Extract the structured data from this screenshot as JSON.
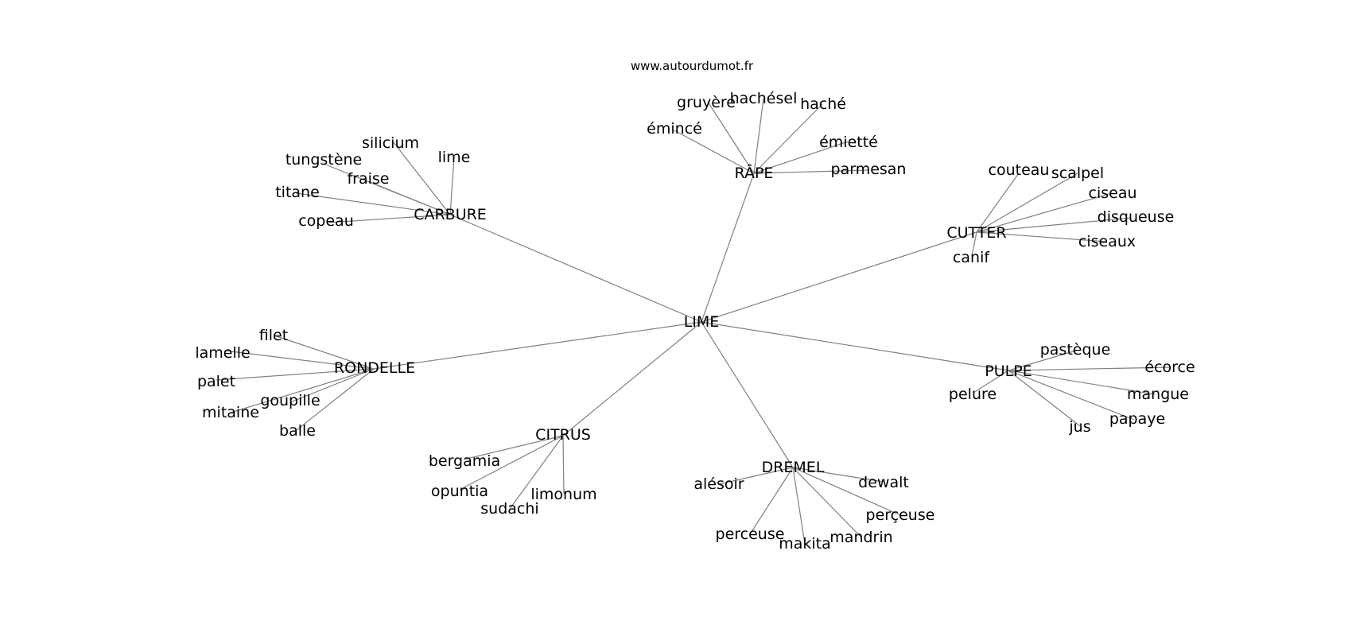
{
  "source": "www.autourdumot.fr",
  "center": "LIME",
  "groups": [
    {
      "hub": "CARBURE",
      "words": [
        "silicium",
        "lime",
        "tungstène",
        "fraise",
        "titane",
        "copeau"
      ]
    },
    {
      "hub": "RÂPE",
      "words": [
        "gruyère",
        "hachésel",
        "haché",
        "émincé",
        "émietté",
        "parmesan"
      ]
    },
    {
      "hub": "CUTTER",
      "words": [
        "couteau",
        "scalpel",
        "ciseau",
        "disqueuse",
        "ciseaux",
        "canif"
      ]
    },
    {
      "hub": "RONDELLE",
      "words": [
        "filet",
        "lamelle",
        "palet",
        "goupille",
        "mitaine",
        "balle"
      ]
    },
    {
      "hub": "PULPE",
      "words": [
        "pastèque",
        "écorce",
        "pelure",
        "mangue",
        "papaye",
        "jus"
      ]
    },
    {
      "hub": "CITRUS",
      "words": [
        "bergamia",
        "opuntia",
        "limonum",
        "sudachi"
      ]
    },
    {
      "hub": "DREMEL",
      "words": [
        "alésoir",
        "dewalt",
        "perçeuse",
        "perceuse",
        "mandrin",
        "makita"
      ]
    }
  ]
}
